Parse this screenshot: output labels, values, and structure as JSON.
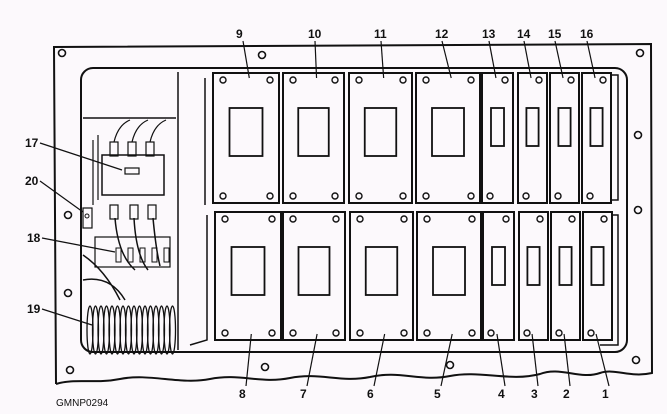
{
  "figure_code": "GMNP0294",
  "callouts": {
    "top_modules": [
      "9",
      "10",
      "11",
      "12",
      "13",
      "14",
      "15",
      "16"
    ],
    "bottom_modules": [
      "8",
      "7",
      "6",
      "5",
      "4",
      "3",
      "2",
      "1"
    ],
    "left": {
      "relay": "17",
      "bracket": "20",
      "terminal_block": "18",
      "wire_harness": "19"
    }
  },
  "colors": {
    "line": "#111111",
    "background": "#fcf9fc"
  }
}
